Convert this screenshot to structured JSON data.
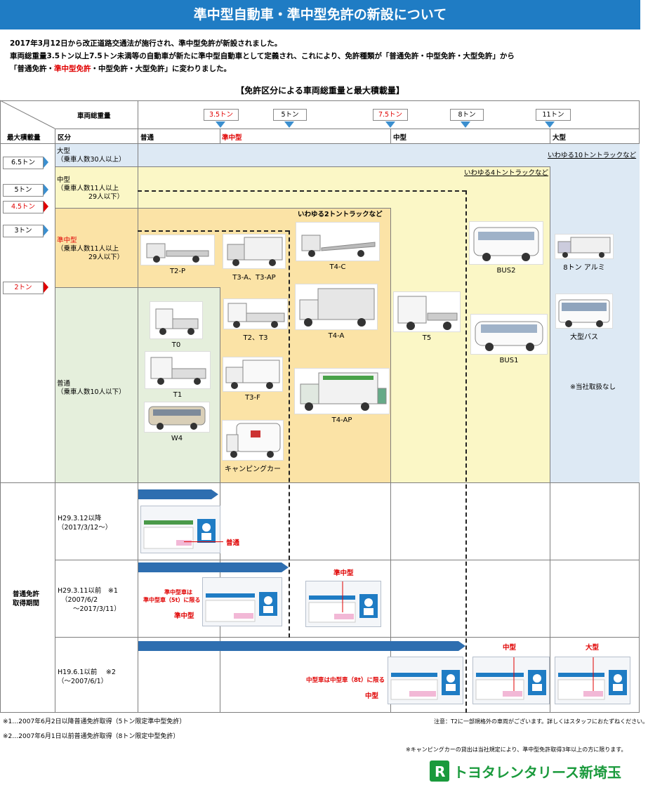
{
  "title": "準中型自動車・準中型免許の新設について",
  "intro": {
    "line1": "2017年3月12日から改正道路交通法が施行され、準中型免許が新設されました。",
    "line2": "車両総重量3.5トン以上7.5トン未満等の自動車が新たに準中型自動車として定義され、これにより、免許種類が「普通免許・中型免許・大型免許」から",
    "line3_a": "「普通免許・",
    "line3_red": "準中型免許",
    "line3_b": "・中型免許・大型免許」に変わりました。"
  },
  "section_title": "【免許区分による車両総重量と最大積載量】",
  "header": {
    "gvw_label": "車両総重量",
    "maxload_label": "最大積載量",
    "category_label": "区分",
    "weights": [
      {
        "label": "3.5トン",
        "color": "#e00000"
      },
      {
        "label": "5トン",
        "color": "#000000"
      },
      {
        "label": "7.5トン",
        "color": "#e00000"
      },
      {
        "label": "8トン",
        "color": "#000000"
      },
      {
        "label": "11トン",
        "color": "#000000"
      }
    ],
    "classes": {
      "futsu": "普通",
      "junchugata": "準中型",
      "chugata": "中型",
      "ogata": "大型"
    }
  },
  "load_markers": [
    {
      "label": "6.5トン",
      "color": "#3b8fcf"
    },
    {
      "label": "5トン",
      "color": "#3b8fcf"
    },
    {
      "label": "4.5トン",
      "color": "#e00000"
    },
    {
      "label": "3トン",
      "color": "#3b8fcf"
    },
    {
      "label": "2トン",
      "color": "#e00000"
    }
  ],
  "rows": {
    "ogata": {
      "name": "大型",
      "desc": "（乗車人数30人以上）"
    },
    "chugata": {
      "name": "中型",
      "desc1": "（乗車人数11人以上",
      "desc2": "29人以下）"
    },
    "junchugata": {
      "name": "準中型",
      "desc1": "（乗車人数11人以上",
      "desc2": "29人以下）"
    },
    "futsu": {
      "name": "普通",
      "desc": "（乗車人数10人以下）"
    }
  },
  "region_notes": {
    "ten_ton": "いわゆる10トントラックなど",
    "four_ton": "いわゆる4トントラックなど",
    "two_ton": "いわゆる2トントラックなど",
    "not_handled": "※当社取扱なし"
  },
  "vehicles": {
    "t2p": "T2-P",
    "t3a": "T3-A、T3-AP",
    "t4c": "T4-C",
    "bus2": "BUS2",
    "aluminum8": "8トン アルミ",
    "t0": "T0",
    "t2t3": "T2、T3",
    "t4a": "T4-A",
    "t5": "T5",
    "bus1": "BUS1",
    "large_bus": "大型バス",
    "t1": "T1",
    "t3f": "T3-F",
    "t4ap": "T4-AP",
    "w4": "W4",
    "camper": "キャンピングカー"
  },
  "license_periods": {
    "heading1": "普通免許",
    "heading2": "取得期間",
    "p1": {
      "line1": "H29.3.12以降",
      "line2": "（2017/3/12～）",
      "callout": "普通"
    },
    "p2": {
      "line1": "H29.3.11以前　※1",
      "line2": "（2007/6/2",
      "line3": "～2017/3/11）",
      "callout_note1": "準中型車は",
      "callout_note2": "準中型車（5t）に限る",
      "callout_main": "準中型",
      "callout_top": "準中型"
    },
    "p3": {
      "line1": "H19.6.1以前　 ※2",
      "line2": "（～2007/6/1）",
      "callout_note": "中型車は中型車（8t）に限る",
      "callout_main": "中型",
      "callout_chugata": "中型",
      "callout_ogata": "大型"
    }
  },
  "footnotes": {
    "f1": "※1…2007年6月2日以降普通免許取得（5トン限定準中型免許）",
    "f2": "※2…2007年6月1日以前普通免許取得（8トン限定中型免許）",
    "right1": "注意：T2に一部規格外の車両がございます。詳しくはスタッフにおたずねください。",
    "right2": "※キャンピングカーの貸出は当社規定により、準中型免許取得3年以上の方に限ります。"
  },
  "logo": {
    "text": "トヨタレンタリース新埼玉",
    "color": "#1a9a3c"
  }
}
